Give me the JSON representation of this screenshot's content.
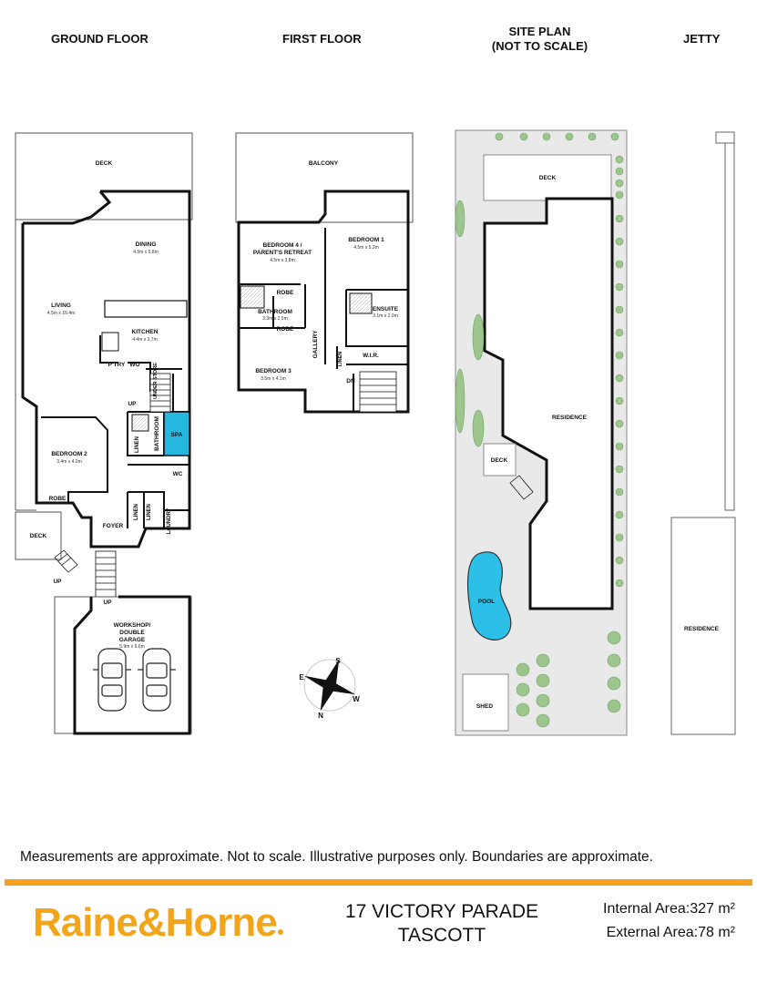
{
  "headings": {
    "ground": "GROUND FLOOR",
    "first": "FIRST FLOOR",
    "site": "SITE PLAN",
    "site_note": "(NOT TO SCALE)",
    "jetty": "JETTY"
  },
  "ground": {
    "deck": "DECK",
    "dining": "DINING",
    "dining_size": "4.5m x 5.8m",
    "living": "LIVING",
    "living_size": "4.5m x 10.4m",
    "kitchen": "KITCHEN",
    "kitchen_size": "4.4m x 3.7m",
    "pantry": "P'TRY",
    "wo": "WO",
    "under_store": "UNDER STORE",
    "up1": "UP",
    "bedroom2": "BEDROOM 2",
    "bedroom2_size": "3.4m x 4.0m",
    "robe": "ROBE",
    "bathroom": "BATHROOM",
    "linen1": "LINEN",
    "spa": "SPA",
    "wc": "WC",
    "linen2": "LINEN",
    "linen3": "LINEN",
    "laundry": "LAUNDRY",
    "foyer": "FOYER",
    "deck_small": "DECK",
    "up2": "UP",
    "up3": "UP",
    "garage1": "WORKSHOP/",
    "garage2": "DOUBLE",
    "garage3": "GARAGE",
    "garage_size": "5.9m x 9.6m"
  },
  "first": {
    "balcony": "BALCONY",
    "bedroom4a": "BEDROOM 4 /",
    "bedroom4b": "PARENT'S RETREAT",
    "bedroom4_size": "4.5m x 3.8m",
    "bedroom1": "BEDROOM 1",
    "bedroom1_size": "4.5m x 5.2m",
    "robe1": "ROBE",
    "bathroom": "BATHROOM",
    "bathroom_size": "3.3m x 2.5m",
    "robe2": "ROBE",
    "ensuite": "ENSUITE",
    "ensuite_size": "3.1m x 2.0m",
    "gallery": "GALLERY",
    "wir": "W.I.R.",
    "linen": "LINEN",
    "bedroom3": "BEDROOM 3",
    "bedroom3_size": "3.5m x 4.1m",
    "dn": "DN"
  },
  "site": {
    "deck": "DECK",
    "residence": "RESIDENCE",
    "deck_small": "DECK",
    "pool": "POOL",
    "shed": "SHED"
  },
  "jetty": {
    "residence": "RESIDENCE"
  },
  "compass": {
    "s": "S",
    "w": "W",
    "n": "N",
    "e": "E"
  },
  "colors": {
    "brand": "#f2a51b",
    "spa": "#26b7e0",
    "pool": "#2cc0e8",
    "tree": "#9dc68f",
    "ground_fill": "#e9e9e9"
  },
  "footer": {
    "disclaimer": "Measurements are approximate. Not to scale. Illustrative purposes only. Boundaries are approximate.",
    "brand_a": "Raine",
    "brand_amp": "&",
    "brand_b": "Horne",
    "address_line1": "17 VICTORY PARADE",
    "address_line2": "TASCOTT",
    "internal_area": "Internal Area:327 m²",
    "external_area": "External Area:78 m²"
  }
}
